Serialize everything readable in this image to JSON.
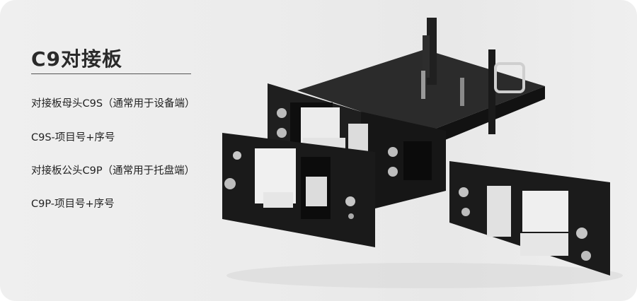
{
  "title": "C9对接板",
  "items": [
    "对接板母头C9S（通常用于设备端）",
    "C9S-项目号+序号",
    "对接板公头C9P（通常用于托盘端）",
    "C9P-项目号+序号"
  ],
  "colors": {
    "background": "#ececec",
    "metal": "#1c1c1c",
    "connector": "#f2f2f2"
  }
}
